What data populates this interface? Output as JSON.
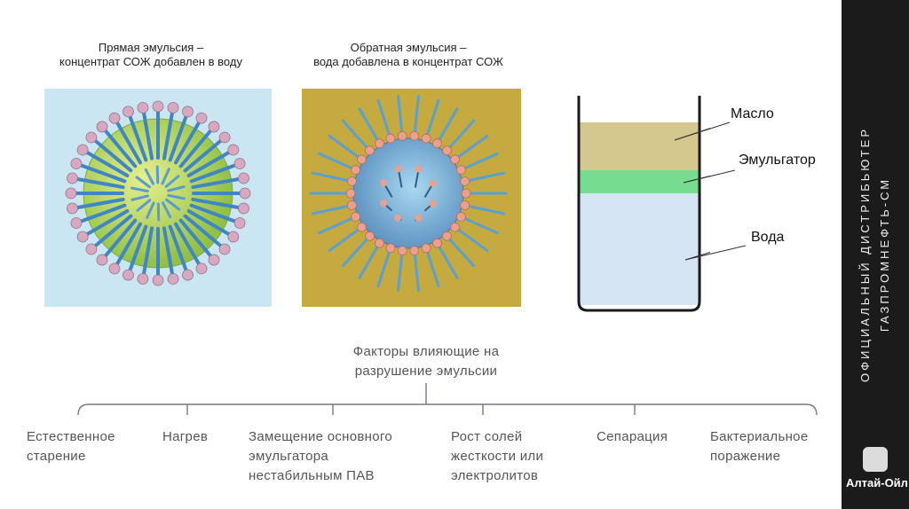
{
  "direct_emulsion": {
    "title_line1": "Прямая эмульсия –",
    "title_line2": "концентрат СОЖ добавлен в воду"
  },
  "reverse_emulsion": {
    "title_line1": "Обратная эмульсия –",
    "title_line2": "вода добавлена в концентрат СОЖ"
  },
  "tank": {
    "labels": {
      "oil": "Масло",
      "emulsifier": "Эмульгатор",
      "water": "Вода"
    },
    "colors": {
      "oil": "#d5c88f",
      "emulsifier": "#76dc8f",
      "water": "#d6e5f4"
    }
  },
  "factors": {
    "title_line1": "Факторы влияющие на",
    "title_line2": "разрушение эмульсии",
    "items": [
      {
        "line1": "Естественное",
        "line2": "старение",
        "line3": ""
      },
      {
        "line1": "Нагрев",
        "line2": "",
        "line3": ""
      },
      {
        "line1": "Замещение основного",
        "line2": "эмульгатора",
        "line3": "нестабильным ПАВ"
      },
      {
        "line1": "Рост солей",
        "line2": "жесткости или",
        "line3": "электролитов"
      },
      {
        "line1": "Сепарация",
        "line2": "",
        "line3": ""
      },
      {
        "line1": "Бактериальное",
        "line2": "поражение",
        "line3": ""
      }
    ]
  },
  "sidebar": {
    "line1": "ОФИЦИАЛЬНЫЙ ДИСТРИБЬЮТЕР",
    "line2": "ГАЗПРОМНЕФТЬ-СМ",
    "logo_text": "Алтай-Ойл"
  }
}
